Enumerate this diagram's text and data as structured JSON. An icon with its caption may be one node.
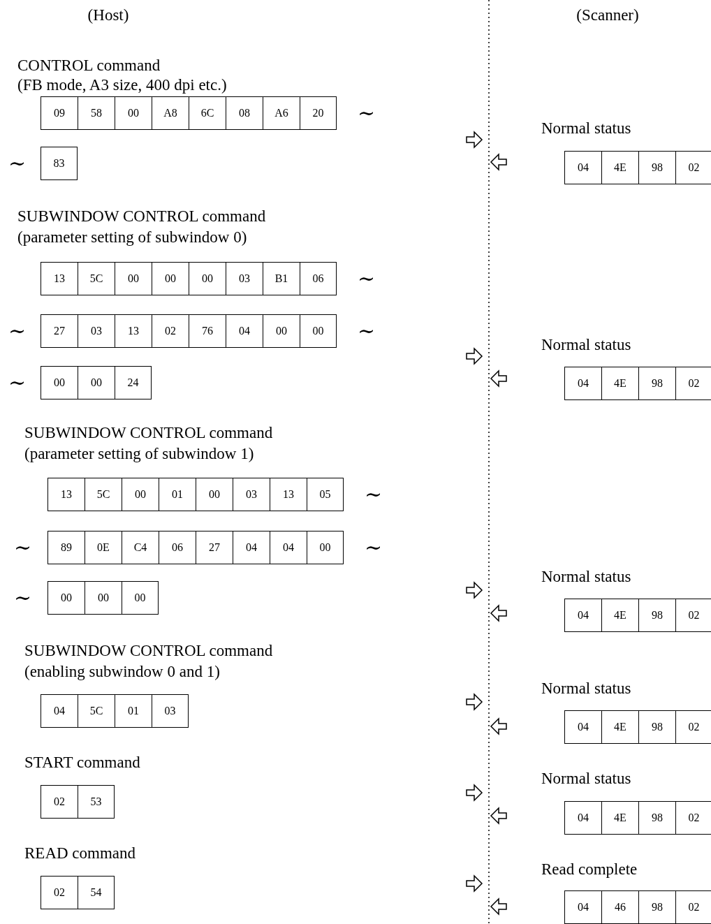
{
  "diagram": {
    "labels": [
      "(Host)",
      "(Scanner)",
      "CONTROL command",
      "(FB mode, A3 size, 400 dpi etc.)",
      "09",
      "58",
      "00",
      "A8",
      "6C",
      "08",
      "A6",
      "20",
      "∼",
      "∼",
      "83",
      "Normal status",
      "04",
      "4E",
      "98",
      "02",
      "SUBWINDOW CONTROL command",
      "(parameter setting of subwindow 0)",
      "13",
      "5C",
      "00",
      "00",
      "00",
      "03",
      "B1",
      "06",
      "∼",
      "∼",
      "27",
      "03",
      "13",
      "02",
      "76",
      "04",
      "00",
      "00",
      "∼",
      "∼",
      "00",
      "00",
      "24",
      "Normal status",
      "04",
      "4E",
      "98",
      "02",
      "SUBWINDOW CONTROL command",
      "(parameter setting of subwindow 1)",
      "13",
      "5C",
      "00",
      "01",
      "00",
      "03",
      "13",
      "05",
      "∼",
      "∼",
      "89",
      "0E",
      "C4",
      "06",
      "27",
      "04",
      "04",
      "00",
      "∼",
      "∼",
      "00",
      "00",
      "00",
      "Normal status",
      "04",
      "4E",
      "98",
      "02",
      "SUBWINDOW CONTROL command",
      "(enabling subwindow 0 and 1)",
      "04",
      "5C",
      "01",
      "03",
      "Normal status",
      "04",
      "4E",
      "98",
      "02",
      "START command",
      "02",
      "53",
      "Normal status",
      "04",
      "4E",
      "98",
      "02",
      "READ command",
      "02",
      "54",
      "Read complete",
      "04",
      "46",
      "98",
      "02"
    ]
  }
}
